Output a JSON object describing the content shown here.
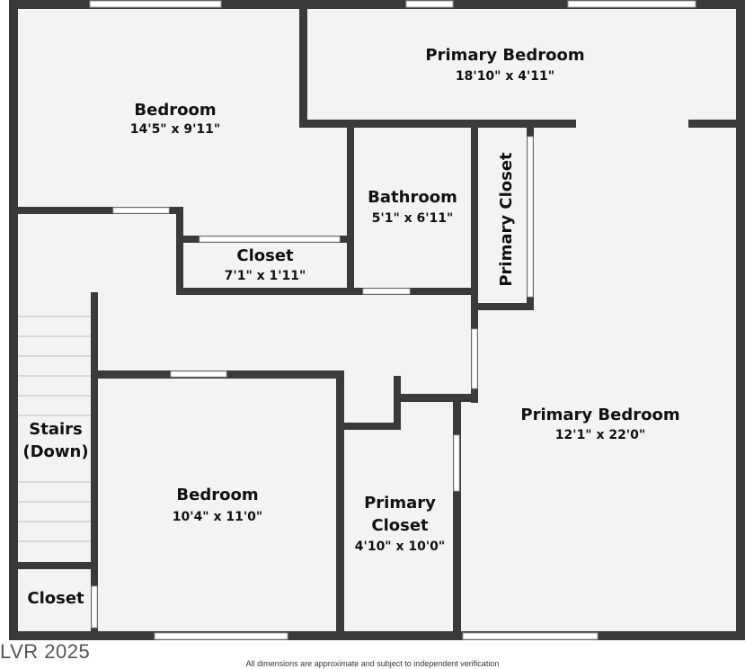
{
  "rooms": {
    "bedroom_top_left": {
      "name": "Bedroom",
      "dims": "14'5\" x 9'11\""
    },
    "primary_bedroom_top": {
      "name": "Primary Bedroom",
      "dims": "18'10\" x 4'11\""
    },
    "bathroom": {
      "name": "Bathroom",
      "dims": "5'1\" x 6'11\""
    },
    "closet_upper": {
      "name": "Closet",
      "dims": "7'1\" x 1'11\""
    },
    "primary_closet_vertical": {
      "name": "Primary Closet"
    },
    "primary_bedroom_main": {
      "name": "Primary Bedroom",
      "dims": "12'1\" x 22'0\""
    },
    "stairs": {
      "line1": "Stairs",
      "line2": "(Down)"
    },
    "bedroom_bottom": {
      "name": "Bedroom",
      "dims": "10'4\" x 11'0\""
    },
    "primary_closet_bottom": {
      "line1": "Primary",
      "line2": "Closet",
      "dims": "4'10\" x 10'0\""
    },
    "closet_lower": {
      "name": "Closet"
    }
  },
  "watermark": "LVR 2025",
  "disclaimer": "All dimensions are approximate and subject to independent verification",
  "colors": {
    "wall": "#3a3a3a",
    "floor": "#f3f3f3",
    "text": "#111111"
  }
}
